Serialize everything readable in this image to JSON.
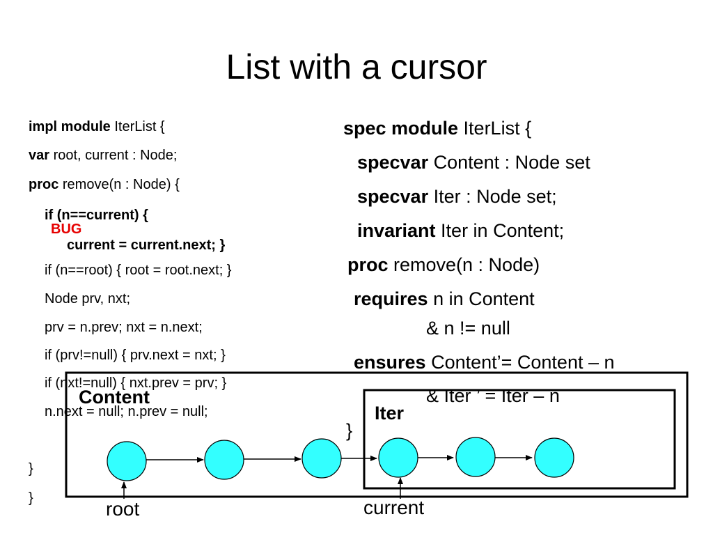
{
  "slide": {
    "title": "List with a cursor"
  },
  "impl": {
    "line1_kw": "impl module",
    "line1_rest": " IterList {",
    "line2_kw": "var",
    "line2_rest": " root, current : Node;",
    "line3_kw": "proc",
    "line3_rest": " remove(n : Node) {",
    "if_current": "if (n==current) {",
    "current_next": "current = current.next;  }",
    "bug": "BUG",
    "body": [
      "if (n==root) { root = root.next; }",
      "Node prv, nxt;",
      "prv = n.prev; nxt = n.next;",
      "if (prv!=null) { prv.next = nxt; }",
      "if (nxt!=null) { nxt.prev = prv; }",
      "n.next = null; n.prev = null;"
    ],
    "close1": "}",
    "close2": "}"
  },
  "spec": {
    "line1_kw": "spec module",
    "line1_rest": " IterList {",
    "line2_kw": "specvar",
    "line2_rest": " Content : Node set",
    "line3_kw": "specvar",
    "line3_rest": " Iter : Node set;",
    "line4_kw": "invariant",
    "line4_rest": " Iter in Content;",
    "line5_kw": "proc",
    "line5_rest": " remove(n : Node)",
    "line6_kw": "requires",
    "line6_rest": " n in Content",
    "line7": "&  n != null",
    "line8_kw": "ensures",
    "line8_rest": " Content’= Content – n",
    "line9": "&  Iter ’ = Iter – n",
    "close": "}"
  },
  "diagram": {
    "content_label": "Content",
    "iter_label": "Iter",
    "root_label": "root",
    "current_label": "current",
    "node_fill": "#33ffff",
    "node_count": 6
  }
}
